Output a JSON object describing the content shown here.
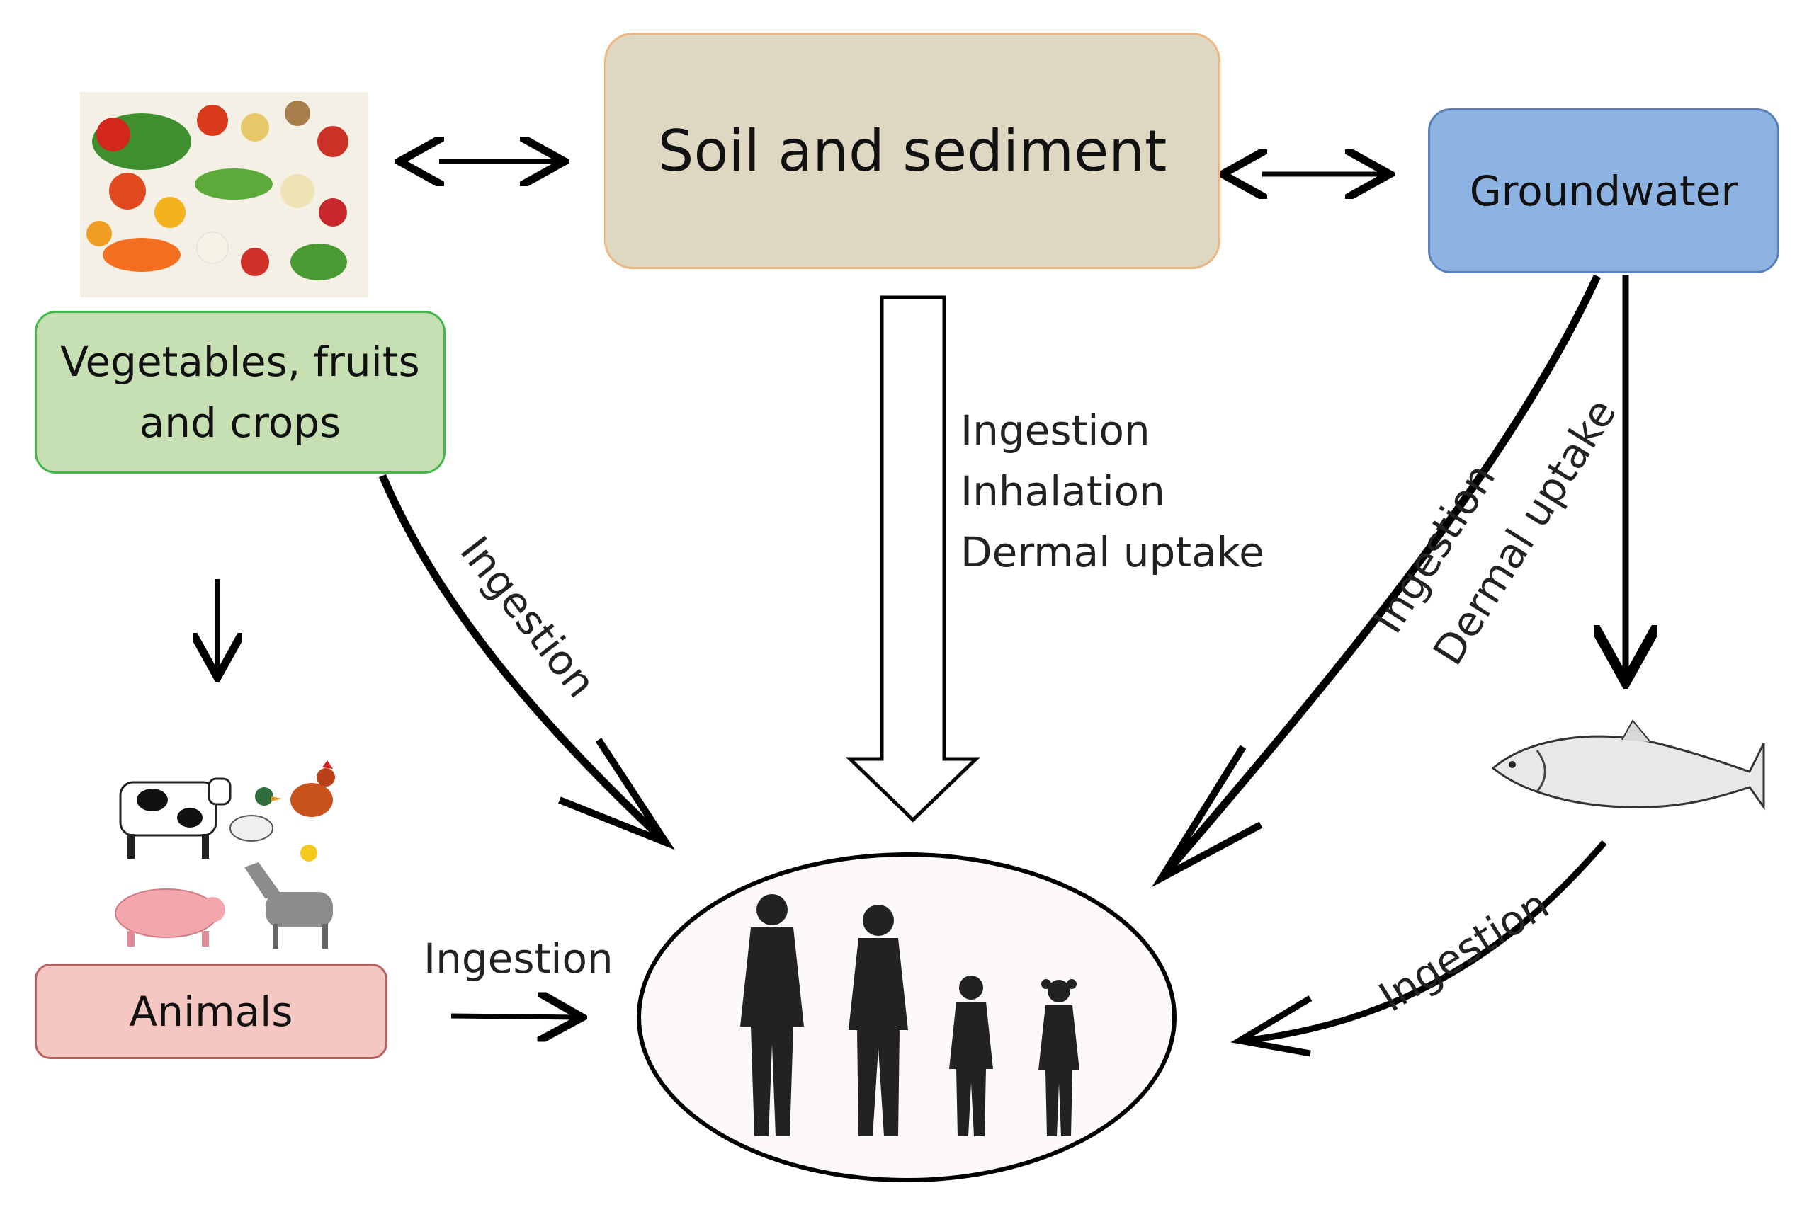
{
  "nodes": {
    "soil": "Soil and sediment",
    "groundwater": "Groundwater",
    "vegetables": "Vegetables, fruits and crops",
    "animals": "Animals"
  },
  "pathways": {
    "central": [
      "Ingestion",
      "Inhalation",
      "Dermal uptake"
    ],
    "vegetables_to_humans": "Ingestion",
    "animals_to_humans": "Ingestion",
    "groundwater_ingestion": "Ingestion",
    "groundwater_dermal": "Dermal uptake",
    "fish_to_humans": "Ingestion"
  },
  "icons": [
    "vegetables-image-icon",
    "farm-animals-icon",
    "fish-icon",
    "human-silhouettes-icon"
  ],
  "colors": {
    "soil_fill": "#ded8c2",
    "soil_border": "#f0b682",
    "groundwater_fill": "#8db3e2",
    "vegetables_fill": "#c6e0b4",
    "vegetables_border": "#42b84b",
    "animals_fill": "#f4c7c3",
    "arrows": "#000000"
  }
}
